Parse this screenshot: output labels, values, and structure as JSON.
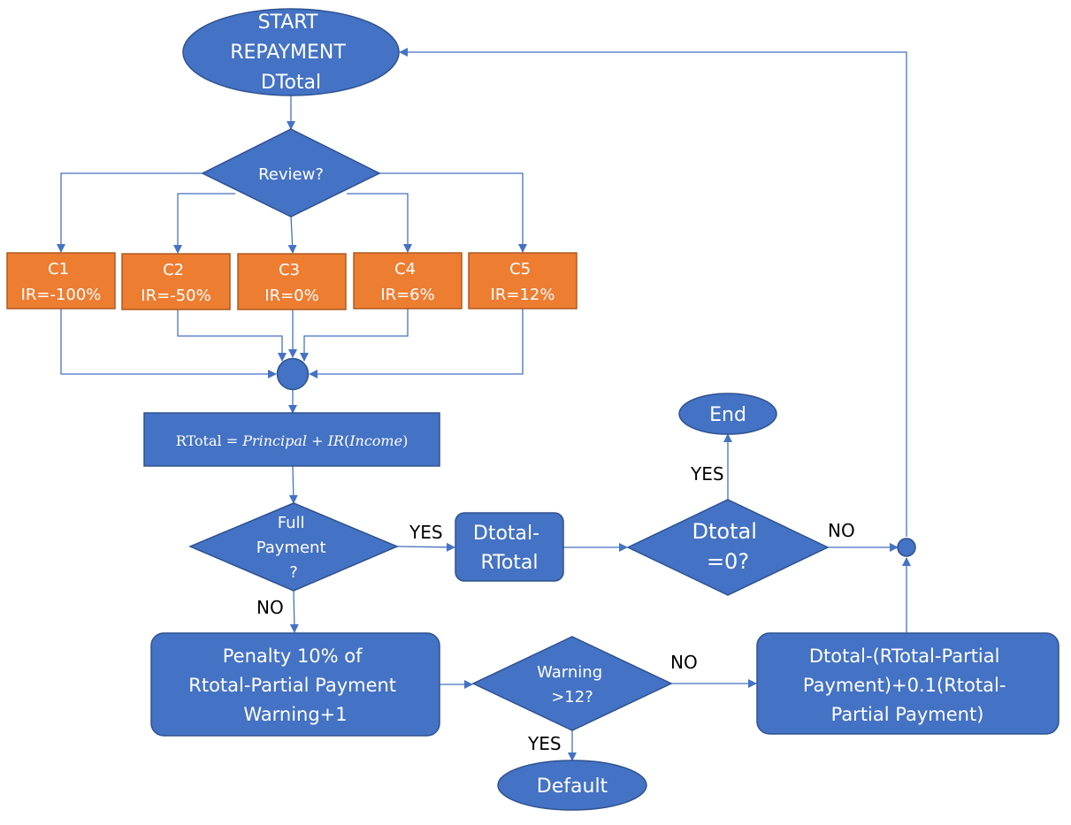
{
  "colors": {
    "blue_fill": "#4472c4",
    "blue_stroke": "#2f528f",
    "orange_fill": "#ed7d31",
    "orange_stroke": "#ae5a21",
    "connector": "#4472c4",
    "edge_text": "#000000",
    "node_text": "#ffffff"
  },
  "nodes": {
    "start": [
      "START",
      "REPAYMENT",
      "DTotal"
    ],
    "review": "Review?",
    "c1": [
      "C1",
      "IR=-100%"
    ],
    "c2": [
      "C2",
      "IR=-50%"
    ],
    "c3": [
      "C3",
      "IR=0%"
    ],
    "c4": [
      "C4",
      "IR=6%"
    ],
    "c5": [
      "C5",
      "IR=12%"
    ],
    "rtotal": {
      "lhs": "RTotal",
      "eq": " = ",
      "principal": "Principal",
      "plus": " + ",
      "ir": "IR",
      "open": "(",
      "income": "Income",
      "close": ")"
    },
    "full_payment": [
      "Full",
      "Payment",
      "?"
    ],
    "dtotal_minus": [
      "Dtotal-",
      "RTotal"
    ],
    "dtotal_zero": [
      "Dtotal",
      "=0?"
    ],
    "end": "End",
    "penalty": [
      "Penalty 10% of",
      "Rtotal-Partial Payment",
      "Warning+1"
    ],
    "warning": [
      "Warning",
      ">12?"
    ],
    "default": "Default",
    "dtotal_update": [
      "Dtotal-(RTotal-Partial",
      "Payment)+0.1(Rtotal-",
      "Partial Payment)"
    ]
  },
  "edge_labels": {
    "full_yes": "YES",
    "full_no": "NO",
    "zero_yes": "YES",
    "zero_no": "NO",
    "warning_no": "NO",
    "warning_yes": "YES"
  }
}
